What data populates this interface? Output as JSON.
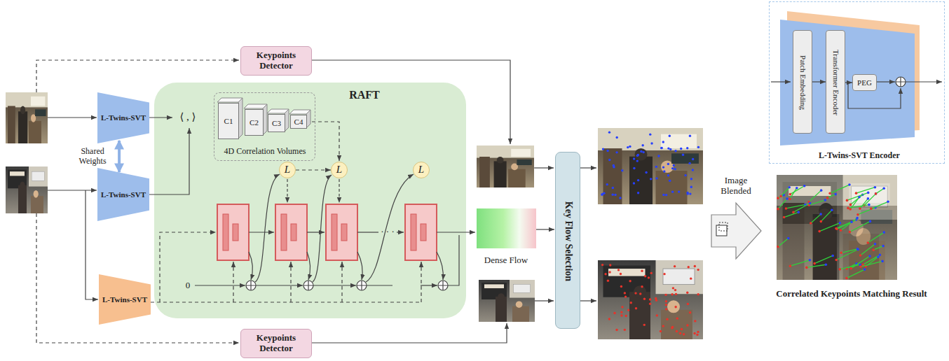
{
  "diagram": {
    "nodes": [
      {
        "text": [
          "Keypoints Detector"
        ]
      },
      {
        "text": [
          "L-Twins-SVT"
        ]
      },
      {
        "text": [
          "L-Twins-SVT"
        ]
      },
      {
        "text": [
          "L-Twins-SVT"
        ]
      },
      {
        "text": [
          "RAFT"
        ]
      },
      {
        "text": [
          "4D Correlation Volumes"
        ],
        "in": 4
      },
      {
        "text": [
          "C1"
        ],
        "in": 5
      },
      {
        "text": [
          "C2"
        ],
        "in": 5
      },
      {
        "text": [
          "C3"
        ],
        "in": 5
      },
      {
        "text": [
          "C4"
        ],
        "in": 5
      },
      {
        "text": [
          "L"
        ],
        "in": 4
      },
      {
        "text": [
          "L"
        ],
        "in": 4
      },
      {
        "text": [
          "L"
        ],
        "in": 4
      },
      {
        "text": [
          "Dense Flow"
        ]
      },
      {
        "text": [
          "Keypoints Detector"
        ]
      },
      {
        "text": [
          "Key Flow Selection"
        ]
      },
      {
        "text": [
          "L-Twins-SVT Encoder"
        ]
      },
      {
        "text": [
          "Patch Embedding"
        ],
        "in": 16
      },
      {
        "text": [
          "Transformer Encoder"
        ],
        "in": 16
      },
      {
        "text": [
          "PEG"
        ],
        "in": 16
      },
      {
        "text": [
          "Correlated Keypoints Matching Result"
        ]
      }
    ],
    "edges": [
      {
        "from": 1,
        "to": 2,
        "arrow": "both",
        "label": "Shared Weights"
      },
      {
        "from": 9,
        "to": 11,
        "arrow": "to"
      },
      {
        "from": 10,
        "to": 11,
        "arrow": "to"
      },
      {
        "from": 13,
        "to": 15,
        "arrow": "to"
      },
      {
        "from": 17,
        "to": 18,
        "arrow": "to"
      },
      {
        "from": 18,
        "to": 19,
        "arrow": "to"
      }
    ],
    "labels": [
      "⟨ , ⟩",
      "0",
      "· · ·",
      "Image Blended"
    ]
  }
}
